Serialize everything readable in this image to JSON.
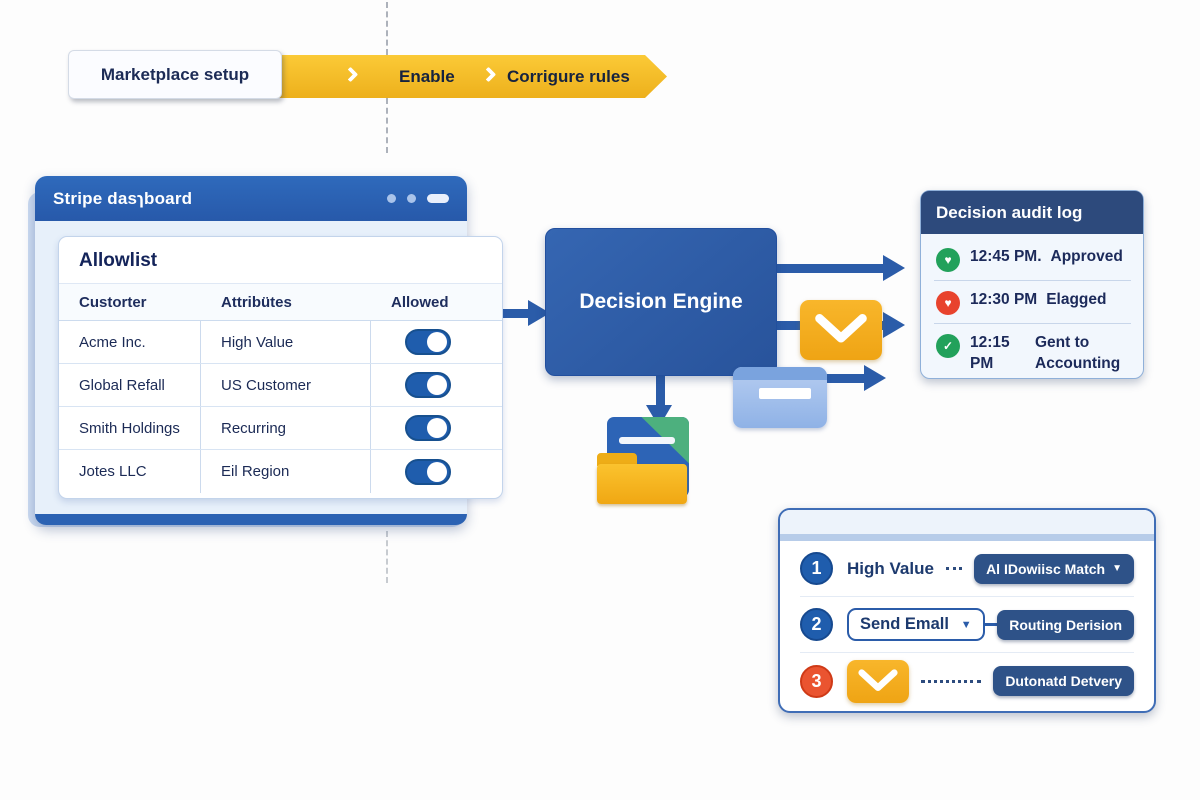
{
  "banner": {
    "step1": "Marketplace setup",
    "step2": "Enable",
    "step3": "Corrigure rules"
  },
  "dashboard": {
    "title": "Stripe dasɿboard",
    "card_title": "Allowlist",
    "columns": [
      "Custorter",
      "Attribütes",
      "Allowed"
    ],
    "rows": [
      {
        "customer": "Acme Inc.",
        "attribute": "High Value",
        "allowed": true
      },
      {
        "customer": "Global Refall",
        "attribute": "US Customer",
        "allowed": true
      },
      {
        "customer": "Smith Holdings",
        "attribute": "Recurring",
        "allowed": true
      },
      {
        "customer": "Jotes LLC",
        "attribute": "Eil Region",
        "allowed": true
      }
    ]
  },
  "engine": {
    "label": "Decision Engine"
  },
  "audit_log": {
    "title": "Decision audit log",
    "entries": [
      {
        "time": "12:45 PM.",
        "status": "Approved",
        "icon": "heart-check",
        "color": "green"
      },
      {
        "time": "12:30 PM",
        "status": "Elagged",
        "icon": "heart-check",
        "color": "red"
      },
      {
        "time": "12:15 PM",
        "status": "Gent to Accounting",
        "icon": "check",
        "color": "green"
      }
    ]
  },
  "rules_panel": {
    "rows": [
      {
        "number": "1",
        "label": "High Value",
        "action": "Al IDowiisc Match",
        "action_has_caret": true
      },
      {
        "number": "2",
        "dropdown": "Send Emall",
        "action": "Routing Derision"
      },
      {
        "number": "3",
        "icon": "envelope",
        "action": "Dutonatd Detvery"
      }
    ]
  },
  "icons": {
    "caret_down": "▼",
    "check": "✓",
    "heart": "♥"
  },
  "colors": {
    "engine_blue": "#2e5ea7",
    "arrow_blue": "#2b5ca9",
    "banner_yellow": "#f5bd2a",
    "envelope_yellow": "#f3ab1d",
    "toggle_on": "#1f5dad",
    "audit_header": "#2d4a7c",
    "pill_navy": "#2e5288",
    "success_green": "#22a15b",
    "flag_red": "#e8432d",
    "step3_badge_orange": "#ea5430",
    "text_navy": "#1c2a5a"
  }
}
